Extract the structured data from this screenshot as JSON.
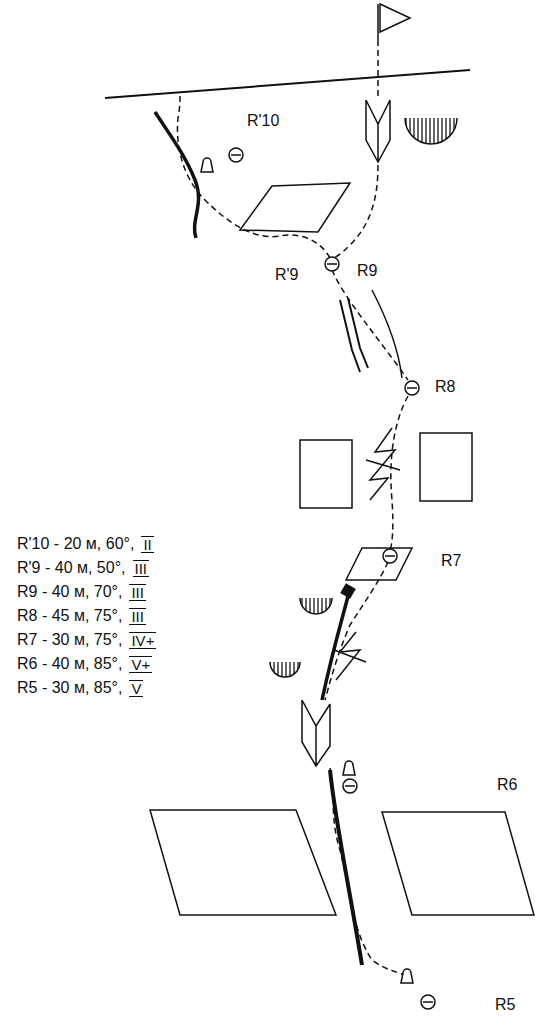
{
  "diagram": {
    "labels": [
      "R'10",
      "R'9",
      "R9",
      "R8",
      "R7",
      "R6",
      "R5",
      "R'10 - 20 м, 60°,",
      "II",
      "R'9 - 40 м, 50°,",
      "III",
      "R9 - 40 м, 70°,",
      "III",
      "R8 - 45 м, 75°,",
      "III",
      "R7 - 30 м, 75°,",
      "IV+",
      "R6 - 40 м, 85°,",
      "V+",
      "R5 - 30 м, 85°,",
      "V"
    ]
  }
}
